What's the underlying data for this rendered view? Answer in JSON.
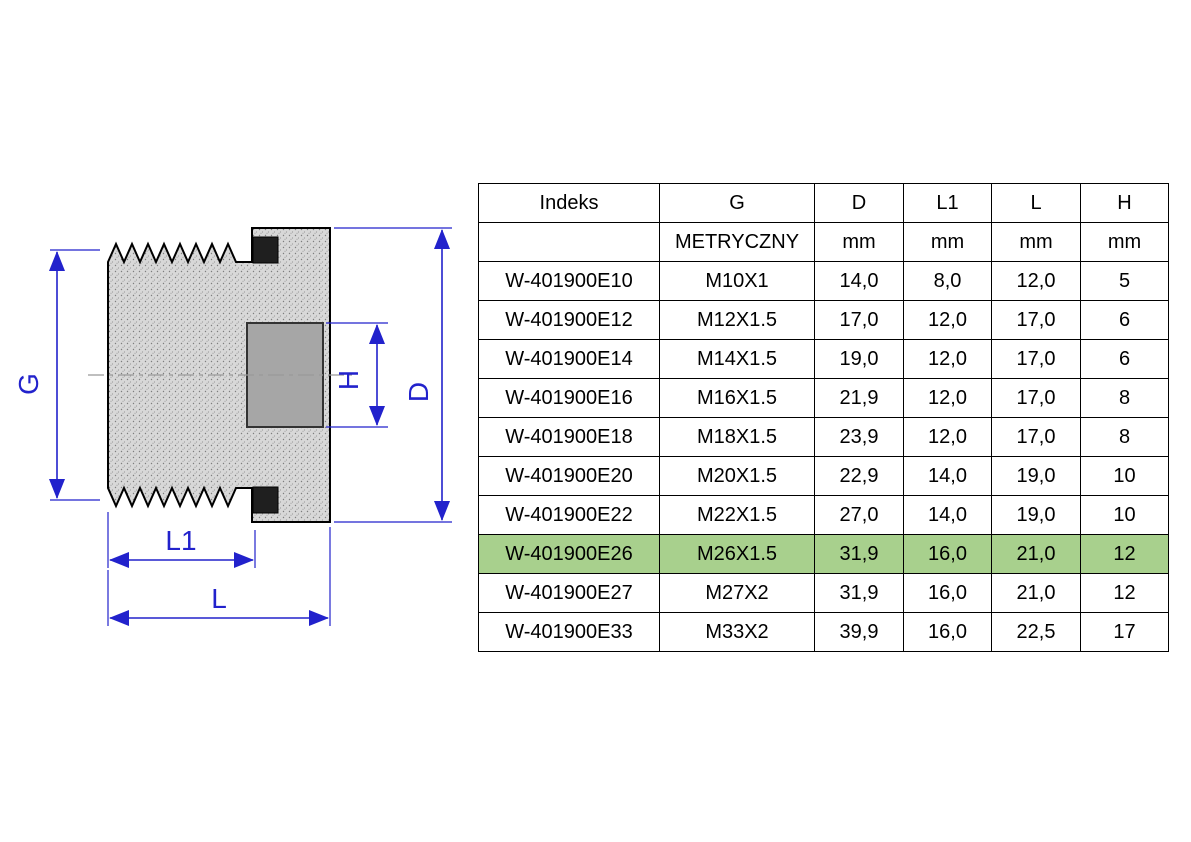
{
  "drawing": {
    "labels": {
      "g": "G",
      "h": "H",
      "d": "D",
      "l1": "L1",
      "l": "L"
    },
    "dimension_color": "#2222cc",
    "body_fill": "#d8d8d8",
    "socket_fill": "#a6a6a6",
    "seal_fill": "#1f1f1f"
  },
  "table": {
    "columns": [
      "Indeks",
      "G",
      "D",
      "L1",
      "L",
      "H"
    ],
    "units_row": [
      "",
      "METRYCZNY",
      "mm",
      "mm",
      "mm",
      "mm"
    ],
    "rows": [
      [
        "W-401900E10",
        "M10X1",
        "14,0",
        "8,0",
        "12,0",
        "5"
      ],
      [
        "W-401900E12",
        "M12X1.5",
        "17,0",
        "12,0",
        "17,0",
        "6"
      ],
      [
        "W-401900E14",
        "M14X1.5",
        "19,0",
        "12,0",
        "17,0",
        "6"
      ],
      [
        "W-401900E16",
        "M16X1.5",
        "21,9",
        "12,0",
        "17,0",
        "8"
      ],
      [
        "W-401900E18",
        "M18X1.5",
        "23,9",
        "12,0",
        "17,0",
        "8"
      ],
      [
        "W-401900E20",
        "M20X1.5",
        "22,9",
        "14,0",
        "19,0",
        "10"
      ],
      [
        "W-401900E22",
        "M22X1.5",
        "27,0",
        "14,0",
        "19,0",
        "10"
      ],
      [
        "W-401900E26",
        "M26X1.5",
        "31,9",
        "16,0",
        "21,0",
        "12"
      ],
      [
        "W-401900E27",
        "M27X2",
        "31,9",
        "16,0",
        "21,0",
        "12"
      ],
      [
        "W-401900E33",
        "M33X2",
        "39,9",
        "16,0",
        "22,5",
        "17"
      ]
    ],
    "highlighted_row_index": 7,
    "highlight_color": "#a8d08d"
  }
}
